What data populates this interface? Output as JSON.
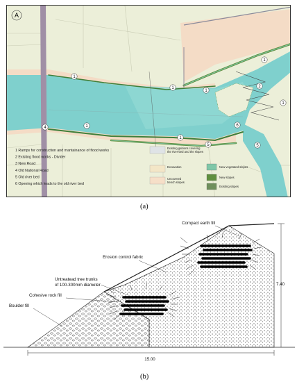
{
  "panel_a": {
    "north_symbol": "A",
    "legend_items": [
      {
        "num": "1",
        "label": "Ramps for construction and mantainance of flood works"
      },
      {
        "num": "2",
        "label": "Existing flood works - Divider"
      },
      {
        "num": "3",
        "label": "New Road"
      },
      {
        "num": "4",
        "label": "Old National Road"
      },
      {
        "num": "5",
        "label": "Old river bed"
      },
      {
        "num": "6",
        "label": "Opening which leads to the old river bed"
      }
    ],
    "swatches_left": [
      {
        "label_1": "Existing gabions covering",
        "label_2": "the river-bed and the slopes",
        "color": "#dfe3e6"
      },
      {
        "label_1": "Excavation",
        "label_2": "",
        "color": "#f3e6c7"
      },
      {
        "label_1": "Uncovered",
        "label_2": "trench slopes",
        "color": "#f6dfc8"
      }
    ],
    "swatches_right": [
      {
        "label": "New vegetated slopes",
        "color": "#7fc7a8"
      },
      {
        "label": "New slopes",
        "color": "#5f8f3e"
      },
      {
        "label": "Existing slopes",
        "color": "#6f8f5c"
      }
    ],
    "map_markers": [
      "1",
      "1",
      "1",
      "1",
      "1",
      "1",
      "1",
      "2",
      "4",
      "5",
      "5",
      "6"
    ],
    "colors": {
      "river": "#7fd0cd",
      "land": "#ecefd9",
      "bank": "#f4dcc6",
      "road": "#a08fa6"
    }
  },
  "panel_b": {
    "labels": {
      "compact_earth_fill": "Compact earth fill",
      "erosion_control": "Erosion control fabric",
      "tree_trunks_1": "Untreatead tree trunks",
      "tree_trunks_2": "of 100-300mm diameter",
      "cohesive_rock": "Cohesive rock fill",
      "boulder_fill": "Boulder fill"
    },
    "dimensions": {
      "width": "15.00",
      "height": "7.40"
    }
  },
  "captions": {
    "a": "(a)",
    "b": "(b)"
  }
}
